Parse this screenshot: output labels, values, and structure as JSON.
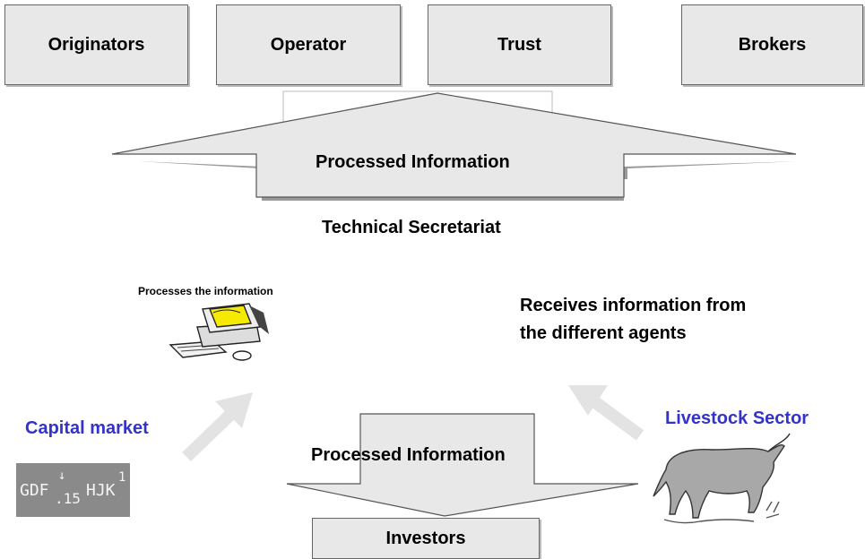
{
  "top_boxes": [
    "Originators",
    "Operator",
    "Trust",
    "Brokers"
  ],
  "processed_top": "Processed Information",
  "technical_secretariat": "Technical Secretariat",
  "processes_label": "Processes the information",
  "receives_label": [
    "Receives information from",
    "the different agents"
  ],
  "capital_market": "Capital market",
  "livestock_sector": "Livestock Sector",
  "processed_bottom": "Processed Information",
  "investors": "Investors",
  "ticker": {
    "left": "GDF",
    "arrow": "↓",
    "mid": ".15",
    "right": "HJK",
    "sup": "1"
  },
  "icons": [
    "computer-icon",
    "bull-icon",
    "stock-ticker-image"
  ],
  "colors": {
    "box_fill": "#e8e8e8",
    "accent_blue": "#3333cc",
    "arrow_gray": "#e0e0e0"
  }
}
